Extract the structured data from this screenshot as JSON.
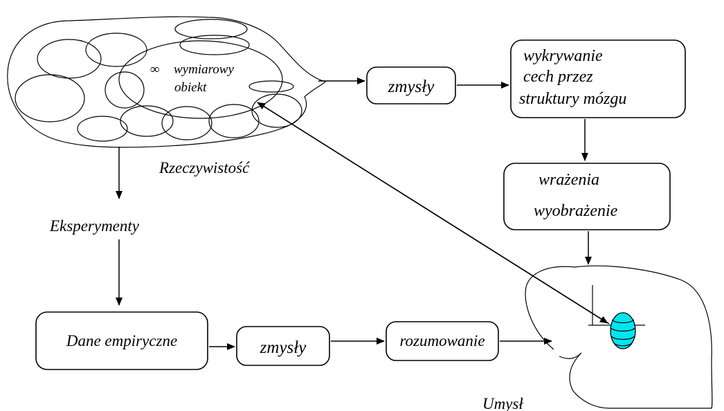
{
  "reality": {
    "object_label_line1": "wymiarowy",
    "object_label_line2": "obiekt",
    "infinity_symbol": "∞",
    "caption": "Rzeczywistość"
  },
  "top_row": {
    "senses": "zmysły",
    "feature_detection_line1": "wykrywanie",
    "feature_detection_line2": "cech przez",
    "feature_detection_line3": "struktury mózgu",
    "impressions_line1": "wrażenia",
    "impressions_line2": "wyobrażenie"
  },
  "left_column": {
    "experiments": "Eksperymenty"
  },
  "bottom_row": {
    "empirical_data": "Dane empiryczne",
    "senses": "zmysły",
    "reasoning": "rozumowanie"
  },
  "mind": {
    "caption": "Umysł",
    "accent_color": "#00e5ee"
  }
}
